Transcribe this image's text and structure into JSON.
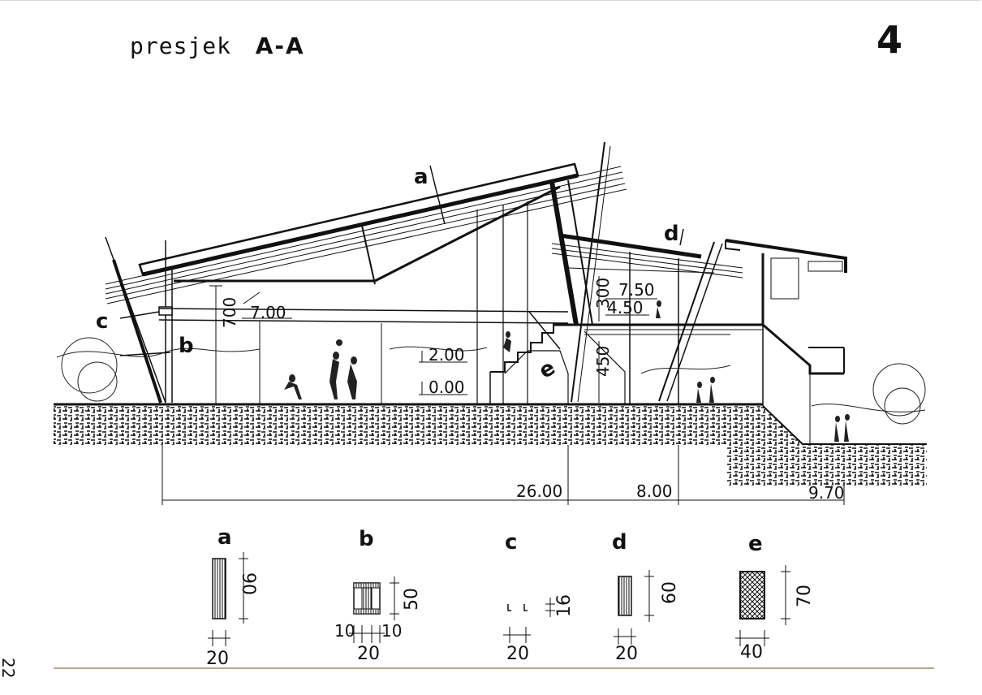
{
  "title": {
    "prefix": "presjek",
    "section": "A-A"
  },
  "page_number": "4",
  "side_page_number": "22",
  "section_labels": {
    "a": "a",
    "b": "b",
    "c": "c",
    "d": "d",
    "e": "e"
  },
  "dimensions": {
    "height_700": "700",
    "level_700": "7.00",
    "level_200": "2.00",
    "level_000": "0.00",
    "level_750": "7.50",
    "level_450_upper": "4.50",
    "height_300": "300",
    "height_450": "450",
    "span_2600": "26.00",
    "span_800": "8.00",
    "span_970": "9.70"
  },
  "cross_sections": [
    {
      "label": "a",
      "height": "90",
      "width": "20"
    },
    {
      "label": "b",
      "height": "50",
      "width": "20",
      "side_left": "10",
      "side_right": "10"
    },
    {
      "label": "c",
      "height": "16",
      "width": "20"
    },
    {
      "label": "d",
      "height": "60",
      "width": "20"
    },
    {
      "label": "e",
      "height": "70",
      "width": "40"
    }
  ]
}
